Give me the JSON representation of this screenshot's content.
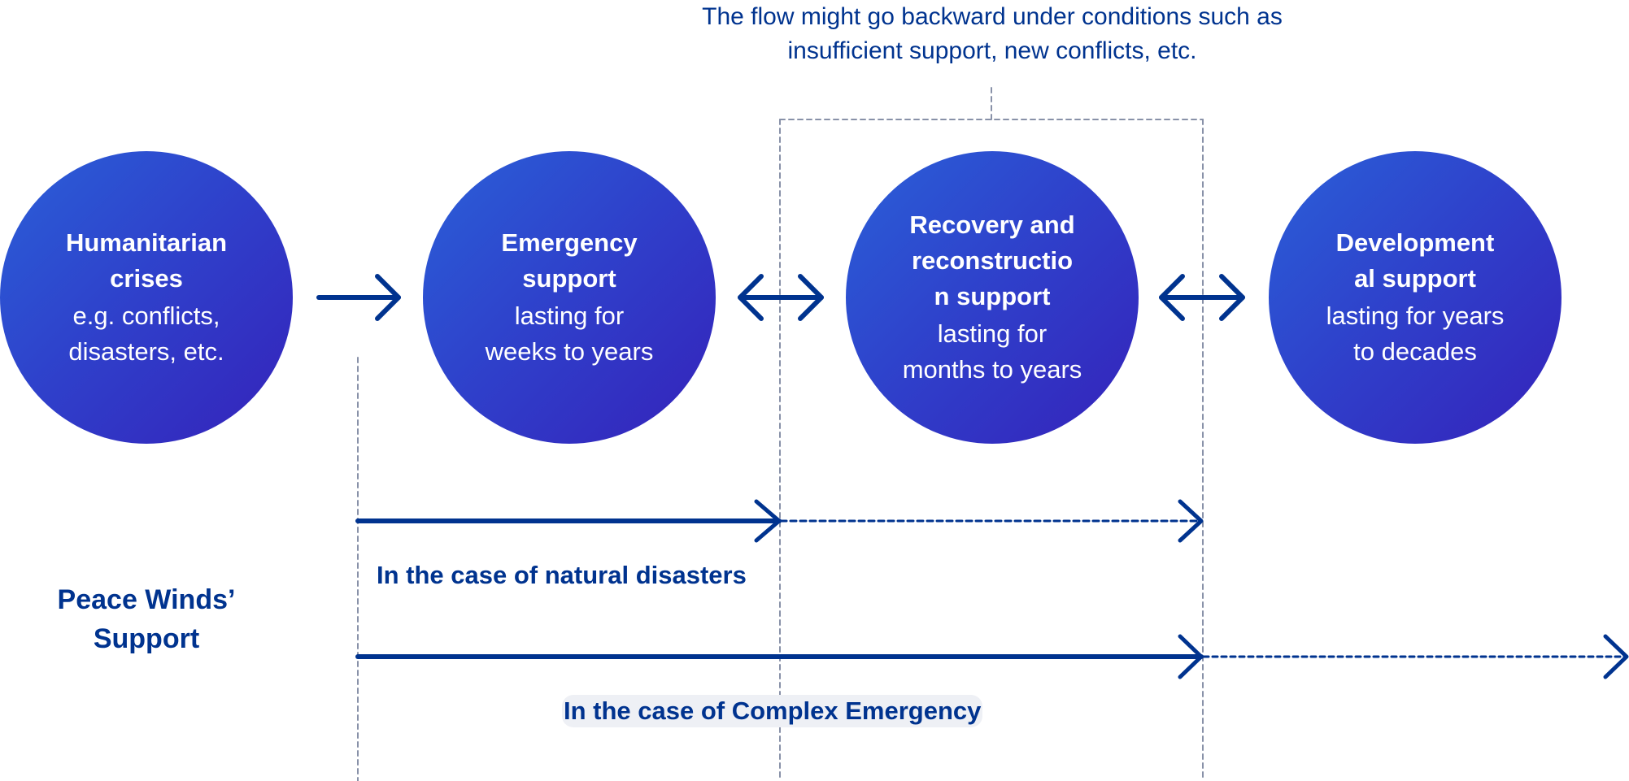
{
  "note": {
    "line1": "The flow might go backward under conditions such as",
    "line2": "insufficient support, new conflicts, etc."
  },
  "stages": [
    {
      "title": "Humanitarian\ncrises",
      "subtitle": "e.g. conflicts,\ndisasters, etc."
    },
    {
      "title": "Emergency\nsupport",
      "subtitle": "lasting for\nweeks to years"
    },
    {
      "title": "Recovery and\nreconstructio\nn support",
      "subtitle": "lasting for\nmonths to years"
    },
    {
      "title": "Development\nal support",
      "subtitle": "lasting for years\nto decades"
    }
  ],
  "support": {
    "heading": "Peace Winds’\nSupport",
    "natural_disasters_label": "In the case of natural disasters",
    "complex_emergency_label": "In the case of Complex Emergency"
  },
  "colors": {
    "navy": "#00338f",
    "circle_gradient_start": "#2a60d8",
    "circle_gradient_end": "#3522ba",
    "guide_dash": "#8891a8",
    "label_highlight": "#eef0f5"
  }
}
